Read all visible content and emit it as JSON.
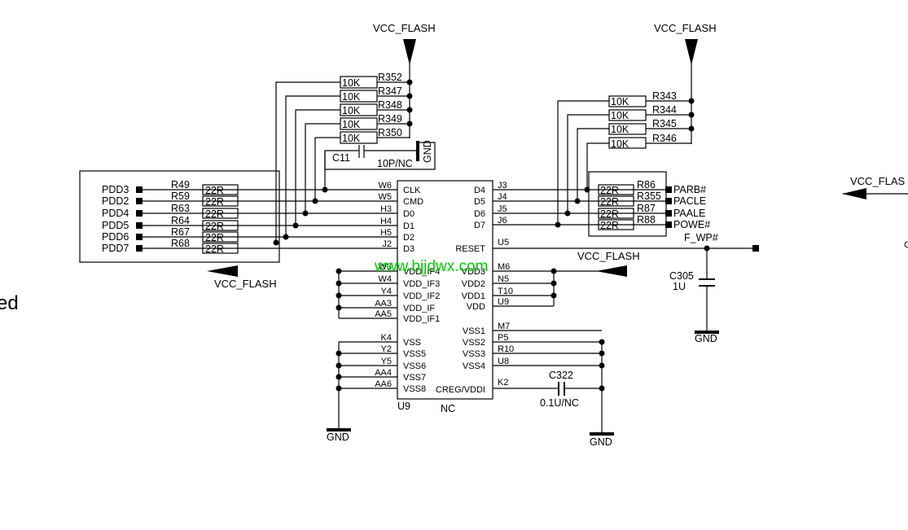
{
  "nets": {
    "vcc_flash": "VCC_FLASH",
    "gnd": "GND",
    "f_wp": "F_WP#",
    "partial_right": "VCC_FLAS",
    "partial_left": "ed",
    "partial_c": "C"
  },
  "watermark": "www.bjjdwx.com",
  "ic": {
    "ref": "U9",
    "nc": "NC"
  },
  "left_pullups": [
    {
      "ref": "R352",
      "value": "10K"
    },
    {
      "ref": "R347",
      "value": "10K"
    },
    {
      "ref": "R348",
      "value": "10K"
    },
    {
      "ref": "R349",
      "value": "10K"
    },
    {
      "ref": "R350",
      "value": "10K"
    }
  ],
  "c11": {
    "ref": "C11",
    "value": "10P/NC"
  },
  "left_signals": [
    {
      "net": "PDD3",
      "ref": "R49",
      "value": "22R",
      "ball": "W6",
      "pin": "CLK"
    },
    {
      "net": "PDD2",
      "ref": "R59",
      "value": "22R",
      "ball": "W5",
      "pin": "CMD"
    },
    {
      "net": "PDD4",
      "ref": "R63",
      "value": "22R",
      "ball": "H3",
      "pin": "D0"
    },
    {
      "net": "PDD5",
      "ref": "R64",
      "value": "22R",
      "ball": "H4",
      "pin": "D1"
    },
    {
      "net": "PDD6",
      "ref": "R67",
      "value": "22R",
      "ball": "H5",
      "pin": "D2"
    },
    {
      "net": "PDD7",
      "ref": "R68",
      "value": "22R",
      "ball": "J2",
      "pin": "D3"
    }
  ],
  "right_pullups": [
    {
      "ref": "R343",
      "value": "10K"
    },
    {
      "ref": "R344",
      "value": "10K"
    },
    {
      "ref": "R345",
      "value": "10K"
    },
    {
      "ref": "R346",
      "value": "10K"
    }
  ],
  "right_signals": [
    {
      "pin": "D4",
      "ball": "J3",
      "ref": "R86",
      "value": "22R",
      "net": "PARB#"
    },
    {
      "pin": "D5",
      "ball": "J4",
      "ref": "R355",
      "value": "22R",
      "net": "PACLE"
    },
    {
      "pin": "D6",
      "ball": "J5",
      "ref": "R87",
      "value": "22R",
      "net": "PAALE"
    },
    {
      "pin": "D7",
      "ball": "J6",
      "ref": "R88",
      "value": "22R",
      "net": "POWE#"
    }
  ],
  "reset": {
    "pin": "RESET",
    "ball": "U5"
  },
  "c305": {
    "ref": "C305",
    "value": "1U"
  },
  "left_vdd": [
    {
      "ball": "W3",
      "pin": "VDD_IF4"
    },
    {
      "ball": "W4",
      "pin": "VDD_IF3"
    },
    {
      "ball": "Y4",
      "pin": "VDD_IF2"
    },
    {
      "ball": "AA3",
      "pin": "VDD_IF"
    },
    {
      "ball": "AA5",
      "pin": "VDD_IF1"
    }
  ],
  "right_vdd": [
    {
      "ball": "M6",
      "pin": "VDD3"
    },
    {
      "ball": "N5",
      "pin": "VDD2"
    },
    {
      "ball": "T10",
      "pin": "VDD1"
    },
    {
      "ball": "U9",
      "pin": "VDD"
    }
  ],
  "left_vss": [
    {
      "ball": "K4",
      "pin": "VSS"
    },
    {
      "ball": "Y2",
      "pin": "VSS5"
    },
    {
      "ball": "Y5",
      "pin": "VSS6"
    },
    {
      "ball": "AA4",
      "pin": "VSS7"
    },
    {
      "ball": "AA6",
      "pin": "VSS8"
    }
  ],
  "right_vss": [
    {
      "ball": "M7",
      "pin": "VSS1"
    },
    {
      "ball": "P5",
      "pin": "VSS2"
    },
    {
      "ball": "R10",
      "pin": "VSS3"
    },
    {
      "ball": "U8",
      "pin": "VSS4"
    }
  ],
  "creg": {
    "pin": "CREG/VDDI",
    "ball": "K2"
  },
  "c322": {
    "ref": "C322",
    "value": "0.1U/NC"
  }
}
